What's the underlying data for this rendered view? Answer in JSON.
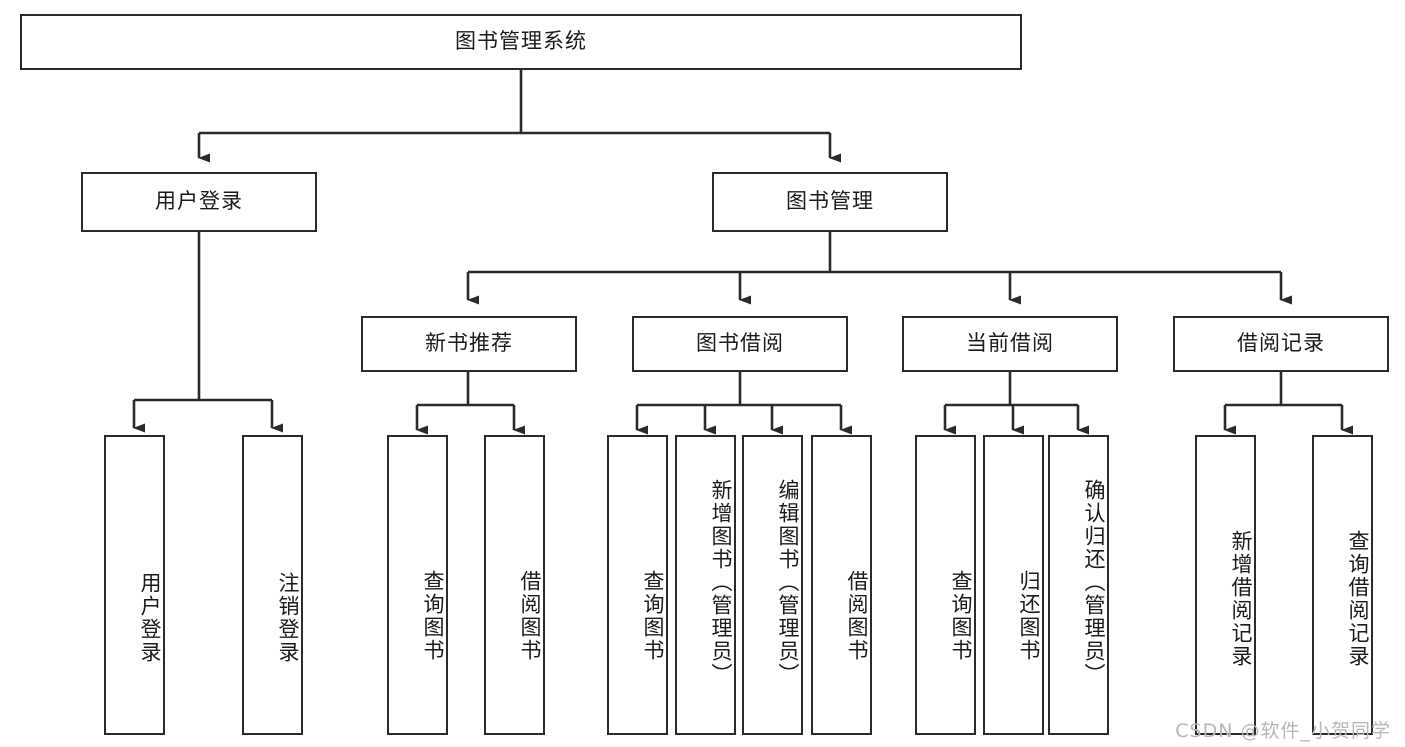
{
  "diagram": {
    "type": "tree",
    "title": "图书管理系统",
    "root": {
      "id": "root",
      "label": "图书管理系统"
    },
    "level2": [
      {
        "id": "user-login",
        "label": "用户登录"
      },
      {
        "id": "book-management",
        "label": "图书管理"
      }
    ],
    "level3": [
      {
        "id": "new-book-recommend",
        "label": "新书推荐",
        "parent": "book-management"
      },
      {
        "id": "book-borrow",
        "label": "图书借阅",
        "parent": "book-management"
      },
      {
        "id": "current-borrow",
        "label": "当前借阅",
        "parent": "book-management"
      },
      {
        "id": "borrow-record",
        "label": "借阅记录",
        "parent": "book-management"
      }
    ],
    "leaves": {
      "user_login": [
        {
          "id": "leaf-user-login",
          "label": "用户登录"
        },
        {
          "id": "leaf-user-logout",
          "label": "注销登录"
        }
      ],
      "new_book_recommend": [
        {
          "id": "leaf-query-book-1",
          "label": "查询图书"
        },
        {
          "id": "leaf-borrow-book-1",
          "label": "借阅图书"
        }
      ],
      "book_borrow": [
        {
          "id": "leaf-query-book-2",
          "label": "查询图书"
        },
        {
          "id": "leaf-add-book",
          "label": "新增图书（管理员）"
        },
        {
          "id": "leaf-edit-book",
          "label": "编辑图书（管理员）"
        },
        {
          "id": "leaf-borrow-book-2",
          "label": "借阅图书"
        }
      ],
      "current_borrow": [
        {
          "id": "leaf-query-book-3",
          "label": "查询图书"
        },
        {
          "id": "leaf-return-book",
          "label": "归还图书"
        },
        {
          "id": "leaf-confirm-return",
          "label": "确认归还（管理员）"
        }
      ],
      "borrow_record": [
        {
          "id": "leaf-add-record",
          "label": "新增借阅记录"
        },
        {
          "id": "leaf-query-record",
          "label": "查询借阅记录"
        }
      ]
    }
  },
  "watermark": {
    "text": "CSDN @软件_小贺同学"
  },
  "colors": {
    "stroke": "#2b2b2b",
    "fill": "#ffffff",
    "text": "#1b1b1b",
    "watermark": "#b8b8b8"
  }
}
